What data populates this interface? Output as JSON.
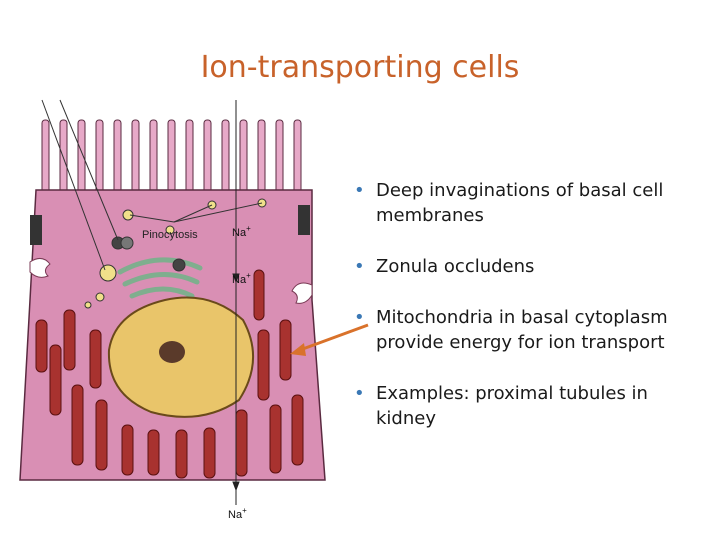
{
  "slide": {
    "title": "Ion-transporting cells",
    "bullets": [
      "Deep invaginations of basal cell membranes",
      "Zonula occludens",
      "Mitochondria in basal cytoplasm provide energy for ion transport",
      "Examples: proximal tubules in kidney"
    ]
  },
  "diagram": {
    "labels": {
      "pinocytosis": "Pinocytosis",
      "na_upper": "Na",
      "na_middle": "Na",
      "na_bottom": "Na",
      "plus": "+"
    }
  },
  "colors": {
    "title": "#c8622a",
    "bullet": "#3a78b5",
    "arrow": "#d9722b",
    "cytoplasm": "#d98fb4",
    "nucleus": "#e9c56a",
    "mitochondria": "#a8322f"
  }
}
